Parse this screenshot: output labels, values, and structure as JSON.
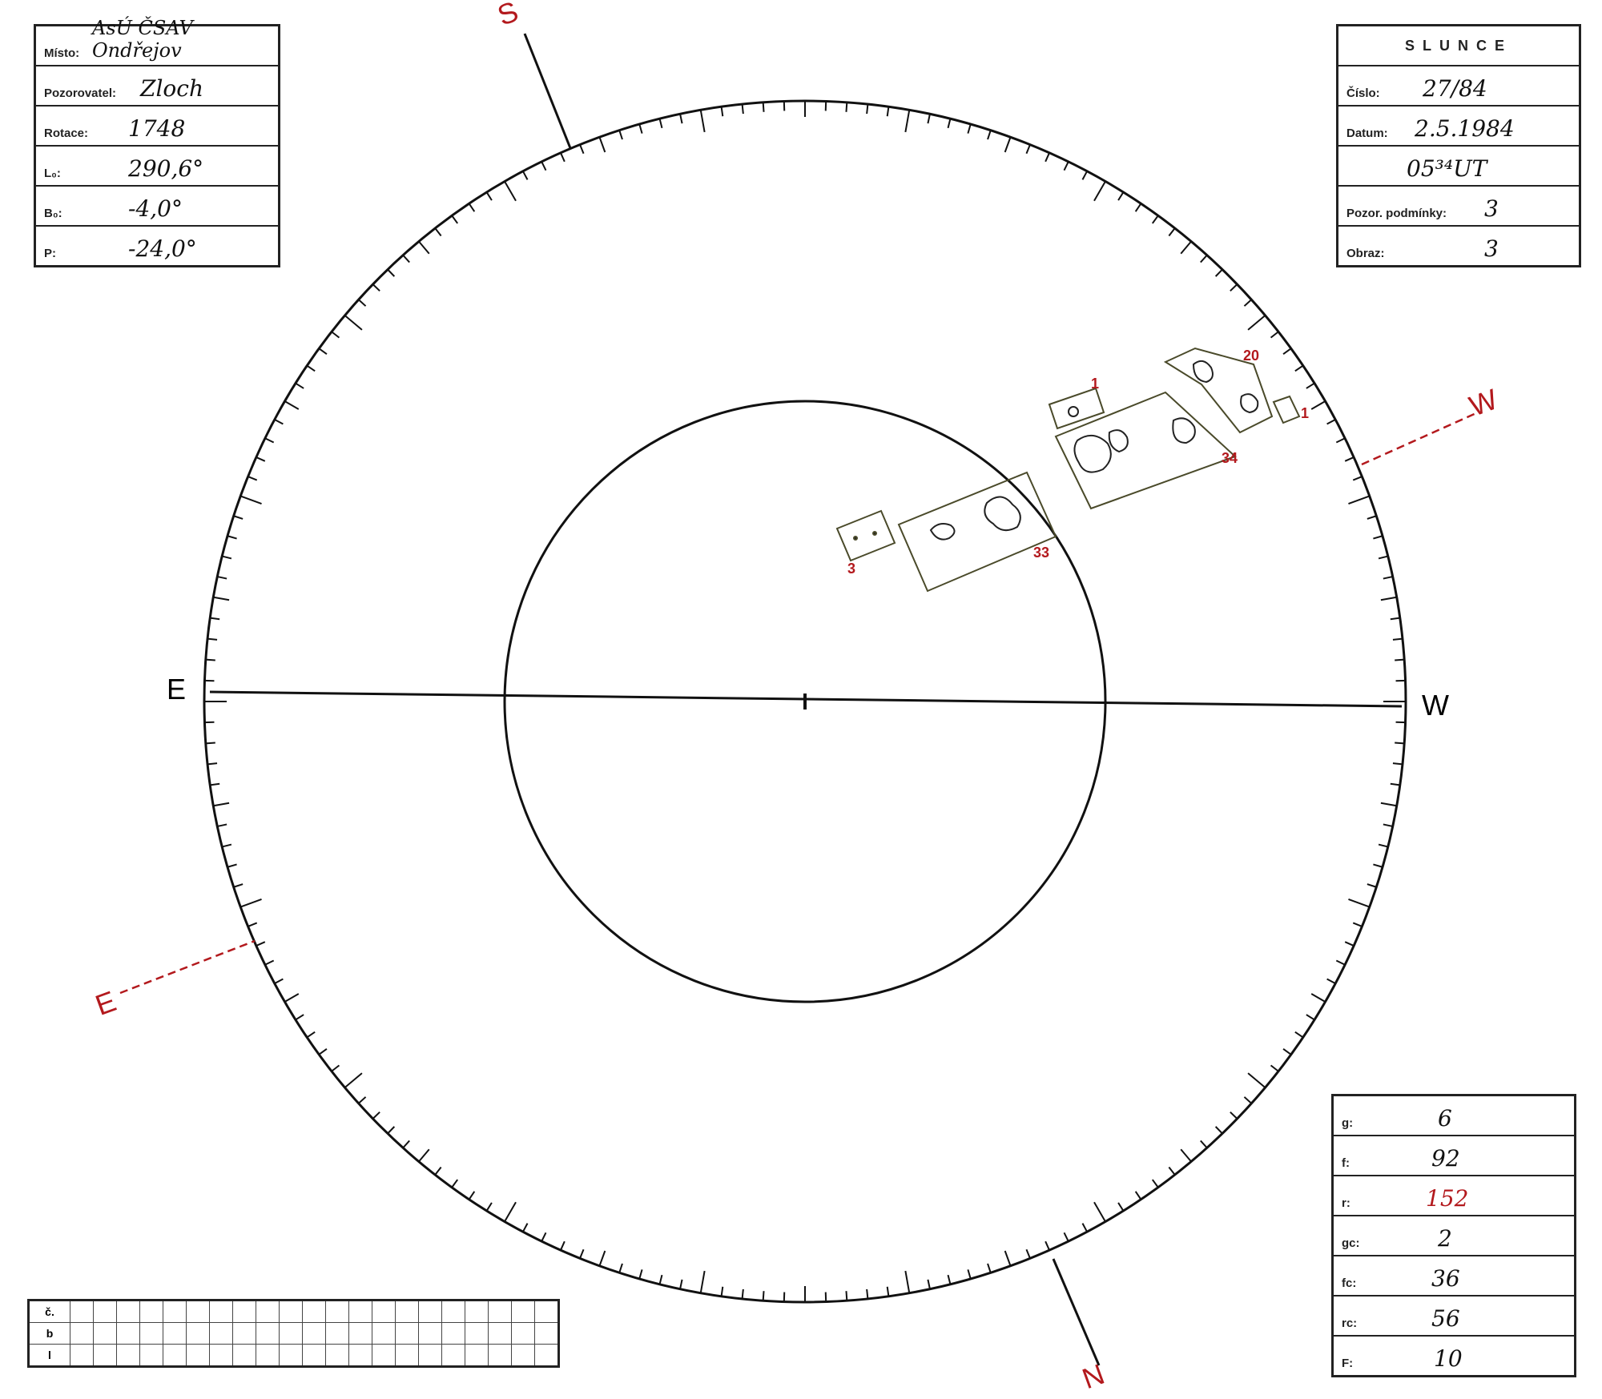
{
  "header_left": {
    "rows": [
      {
        "label": "Místo:",
        "value": "AsÚ ČSAV Ondřejov"
      },
      {
        "label": "Pozorovatel:",
        "value": "Zloch"
      },
      {
        "label": "Rotace:",
        "value": "1748"
      },
      {
        "label": "L₀:",
        "value": "290,6°"
      },
      {
        "label": "B₀:",
        "value": "-4,0°"
      },
      {
        "label": "P:",
        "value": "-24,0°"
      }
    ]
  },
  "header_right": {
    "title": "SLUNCE",
    "rows": [
      {
        "label": "Číslo:",
        "value": "27/84"
      },
      {
        "label": "Datum:",
        "value": "2.5.1984"
      },
      {
        "label": "",
        "value": "05³⁴UT"
      },
      {
        "label": "Pozor. podmínky:",
        "value": "3"
      },
      {
        "label": "Obraz:",
        "value": "3"
      }
    ]
  },
  "stats": {
    "rows": [
      {
        "label": "g:",
        "value": "6"
      },
      {
        "label": "f:",
        "value": "92"
      },
      {
        "label": "r:",
        "value": "152"
      },
      {
        "label": "gc:",
        "value": "2"
      },
      {
        "label": "fc:",
        "value": "36"
      },
      {
        "label": "rc:",
        "value": "56"
      },
      {
        "label": "F:",
        "value": "10"
      }
    ]
  },
  "directions": {
    "S": "S",
    "N": "N",
    "W_red": "W",
    "E_red": "E",
    "E_axis": "E",
    "W_axis": "W"
  },
  "groups": [
    {
      "label": "3"
    },
    {
      "label": "33"
    },
    {
      "label": "34"
    },
    {
      "label": "1"
    },
    {
      "label": "20"
    },
    {
      "label": "1"
    }
  ],
  "bottom_grid": {
    "row_labels": [
      "č.",
      "b",
      "l"
    ],
    "columns": 21
  },
  "colors": {
    "ink": "#111111",
    "red": "#b3191d",
    "group_box": "#4a4a2a"
  }
}
